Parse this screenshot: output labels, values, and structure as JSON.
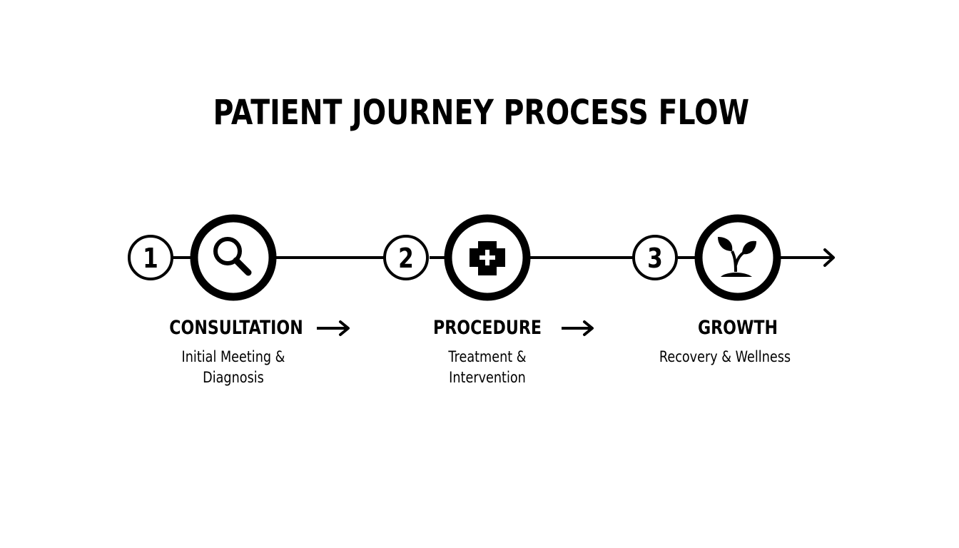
{
  "title": "PATIENT JOURNEY PROCESS FLOW",
  "steps": [
    {
      "number": "1",
      "label": "CONSULTATION",
      "desc_line1": "Initial Meeting &",
      "desc_line2": "Diagnosis",
      "icon": "magnifier-icon"
    },
    {
      "number": "2",
      "label": "PROCEDURE",
      "desc_line1": "Treatment &",
      "desc_line2": "Intervention",
      "icon": "medical-cross-icon"
    },
    {
      "number": "3",
      "label": "GROWTH",
      "desc_line1": "Recovery & Wellness",
      "desc_line2": "",
      "icon": "seedling-icon"
    }
  ],
  "colors": {
    "stroke": "#000000",
    "background": "#ffffff"
  }
}
